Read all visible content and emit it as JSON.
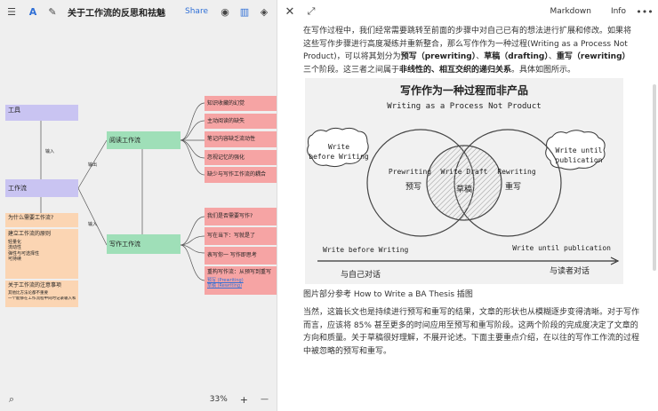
{
  "left_panel": {
    "title": "关于工作流的反思和祛魅",
    "share_label": "Share",
    "zoom_level": "33%",
    "zoom_in": "+",
    "zoom_out": "—",
    "nodes": {
      "tools": "工具",
      "workflow": "工作流",
      "reading": "阅读工作流",
      "writing": "写作工作流",
      "why": "为什么需要工作流?",
      "principles_title": "建立工作流的原则",
      "principles_items": [
        "轻量化",
        "流动性",
        "弹性与可选择性",
        "可持续"
      ],
      "notes_title": "关于工作流的注意事项",
      "notes_items": [
        "其他比方法论都不重要",
        "一个能够在工作流程中同时记录输入和输出"
      ],
      "reading_items": [
        "知识收藏的幻觉",
        "主动阅读的缺失",
        "笔记内容缺乏流动性",
        "忽视记忆的强化",
        "缺少与写作工作流的耦合"
      ],
      "writing_items": [
        "我们是否需要写作?",
        "写在当下：写就是了",
        "表写你一 写作即思考",
        "重构写作流：从预写到重写"
      ],
      "writing_links": [
        "预写 (Prewriting)",
        "草稿 (Rewriting)"
      ],
      "edge_labels": [
        "输入",
        "输出",
        "输入"
      ]
    }
  },
  "right_panel": {
    "mode_label": "Markdown",
    "info_label": "Info",
    "para1_before": "在写作过程中，我们经常需要跳转至前面的步骤中对自己已有的想法进行扩展和修改。如果将这些写作步骤进行高度凝练并重新整合，那么写作作为一种过程(Writing as a Process Not Product)，可以将其划分为",
    "para1_b1": "预写（prewriting）",
    "para1_sep1": "、",
    "para1_b2": "草稿（drafting）",
    "para1_sep2": "、",
    "para1_b3": "重写（rewriting）",
    "para1_mid": "三个阶段。这三者之间属于",
    "para1_b4": "非线性的、相互交织的递归关系",
    "para1_end": "。具体如图所示。",
    "figure": {
      "title_cn": "写作作为一种过程而非产品",
      "title_en": "Writing as a Process Not Product",
      "left_bubble": [
        "Write",
        "before Writing"
      ],
      "right_bubble": [
        "Write until",
        "publication"
      ],
      "circle_left_en": "Prewriting",
      "circle_left_cn": "预写",
      "circle_mid_en": "Write Draft",
      "circle_mid_cn": "草稿",
      "circle_right_en": "Rewriting",
      "circle_right_cn": "重写",
      "axis_left_en": "Write before Writing",
      "axis_right_en": "Write until publication",
      "axis_left_cn": "与自己对话",
      "axis_right_cn": "与读者对话"
    },
    "caption": "图片部分参考 How to Write a BA Thesis 插图",
    "para2": "当然，这篇长文也是持续进行预写和重写的结果，文章的形状也从模糊逐步变得清晰。对于写作而言，应该将 85% 甚至更多的时间应用至预写和重写阶段。这两个阶段的完成度决定了文章的方向和质量。关于草稿很好理解，不展开论述。下面主要重点介绍，在以往的写作工作流的过程中被忽略的预写和重写。"
  },
  "colors": {
    "accent": "#2f6fd6",
    "purple_node": "#c9c4f2",
    "green_node": "#9fdfb8",
    "orange_node": "#fbd5b3",
    "red_node": "#f6a4a4"
  }
}
